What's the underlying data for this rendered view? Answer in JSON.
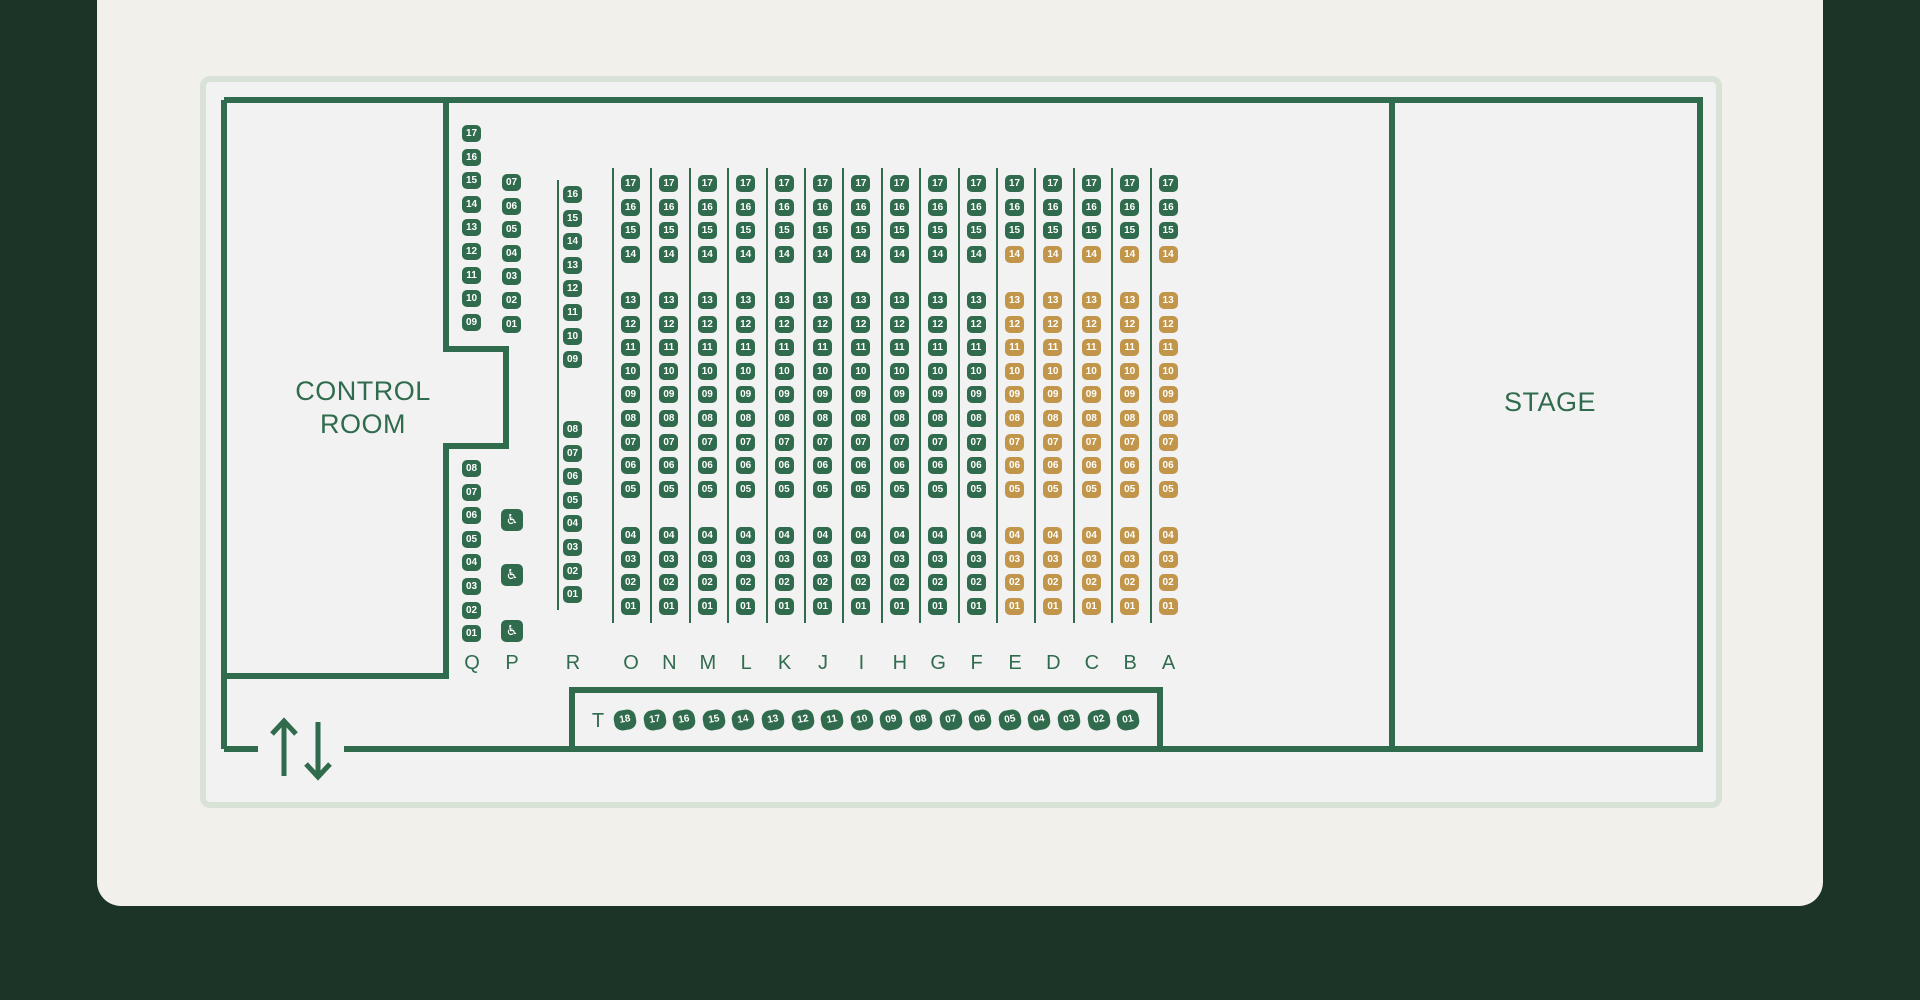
{
  "labels": {
    "control_room": "CONTROL\nROOM",
    "stage": "STAGE"
  },
  "colors": {
    "background": "#1c3328",
    "card": "#f2f0eb",
    "seat_standard": "#2f6b4c",
    "seat_premium": "#c1964b",
    "wall": "#2f6b4c"
  },
  "icons": {
    "accessible": "wheelchair-icon",
    "exit": "up-down-arrows-icon"
  },
  "row_labels": [
    "Q",
    "P",
    "R",
    "O",
    "N",
    "M",
    "L",
    "K",
    "J",
    "I",
    "H",
    "G",
    "F",
    "E",
    "D",
    "C",
    "B",
    "A"
  ],
  "rows": {
    "Q_upper": [
      "17",
      "16",
      "15",
      "14",
      "13",
      "12",
      "11",
      "10",
      "09"
    ],
    "Q_lower": [
      "08",
      "07",
      "06",
      "05",
      "04",
      "03",
      "02",
      "01"
    ],
    "P": [
      "07",
      "06",
      "05",
      "04",
      "03",
      "02",
      "01"
    ],
    "P_accessible_count": 3,
    "R_upper": [
      "16",
      "15",
      "14",
      "13",
      "12",
      "11",
      "10",
      "09"
    ],
    "R_lower": [
      "08",
      "07",
      "06",
      "05",
      "04",
      "03",
      "02",
      "01"
    ],
    "main_block_1": [
      "17",
      "16",
      "15",
      "14"
    ],
    "main_block_2": [
      "13",
      "12",
      "11",
      "10",
      "09",
      "08",
      "07",
      "06",
      "05"
    ],
    "main_block_3": [
      "04",
      "03",
      "02",
      "01"
    ],
    "main_columns": [
      "O",
      "N",
      "M",
      "L",
      "K",
      "J",
      "I",
      "H",
      "G",
      "F",
      "E",
      "D",
      "C",
      "B",
      "A"
    ],
    "premium_columns": [
      "E",
      "D",
      "C",
      "B",
      "A"
    ],
    "premium_from_seat": "14",
    "T_label": "T",
    "T": [
      "18",
      "17",
      "16",
      "15",
      "14",
      "13",
      "12",
      "11",
      "10",
      "09",
      "08",
      "07",
      "06",
      "05",
      "04",
      "03",
      "02",
      "01"
    ]
  }
}
